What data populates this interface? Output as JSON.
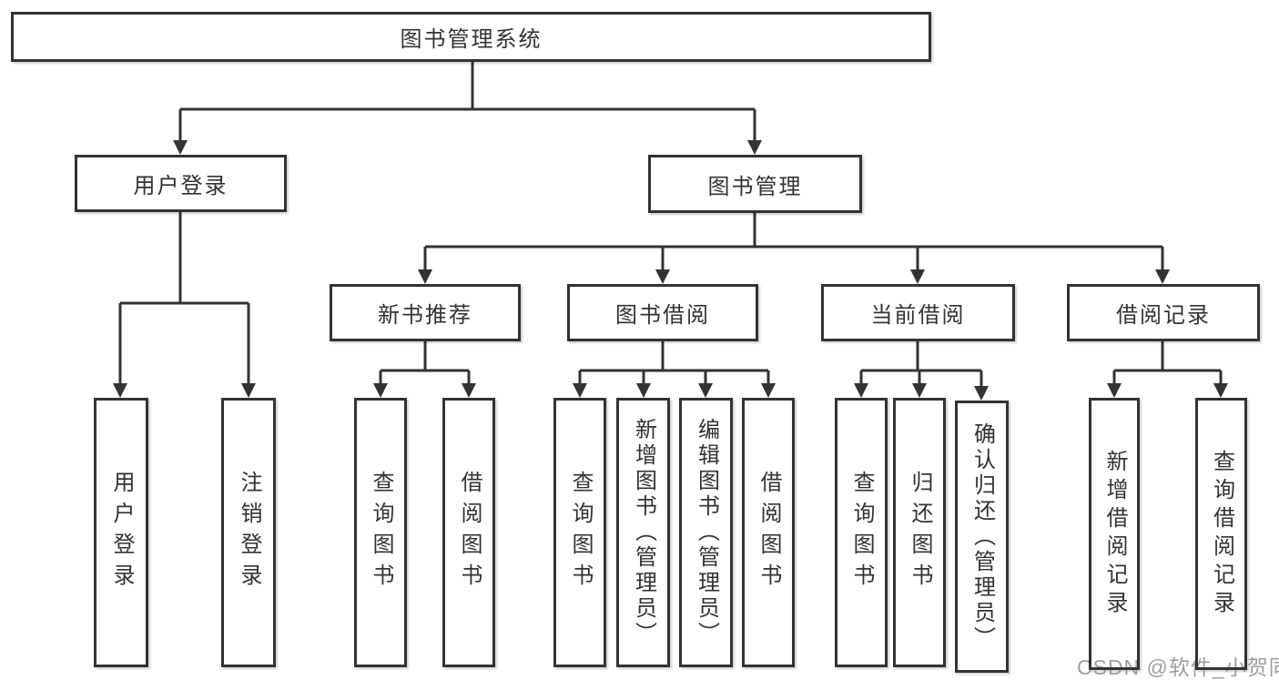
{
  "nodes": {
    "root": "图书管理系统",
    "user_login": "用户登录",
    "book_mgmt": "图书管理",
    "new_book_rec": "新书推荐",
    "book_borrow": "图书借阅",
    "current_borrow": "当前借阅",
    "borrow_records": "借阅记录",
    "leaves": {
      "user_login": [
        "用户登录",
        "注销登录"
      ],
      "new_book_rec": [
        "查询图书",
        "借阅图书"
      ],
      "book_borrow": [
        "查询图书",
        "新增图书（管理员）",
        "编辑图书（管理员）",
        "借阅图书"
      ],
      "current_borrow": [
        "查询图书",
        "归还图书",
        "确认归还（管理员）"
      ],
      "borrow_records": [
        "新增借阅记录",
        "查询借阅记录"
      ]
    }
  },
  "watermark": "CSDN @软件_小贺同学",
  "colors": {
    "line": "#333333",
    "border": "#333333",
    "text": "#333333",
    "watermark": "#9e9e9e",
    "background": "#ffffff"
  }
}
